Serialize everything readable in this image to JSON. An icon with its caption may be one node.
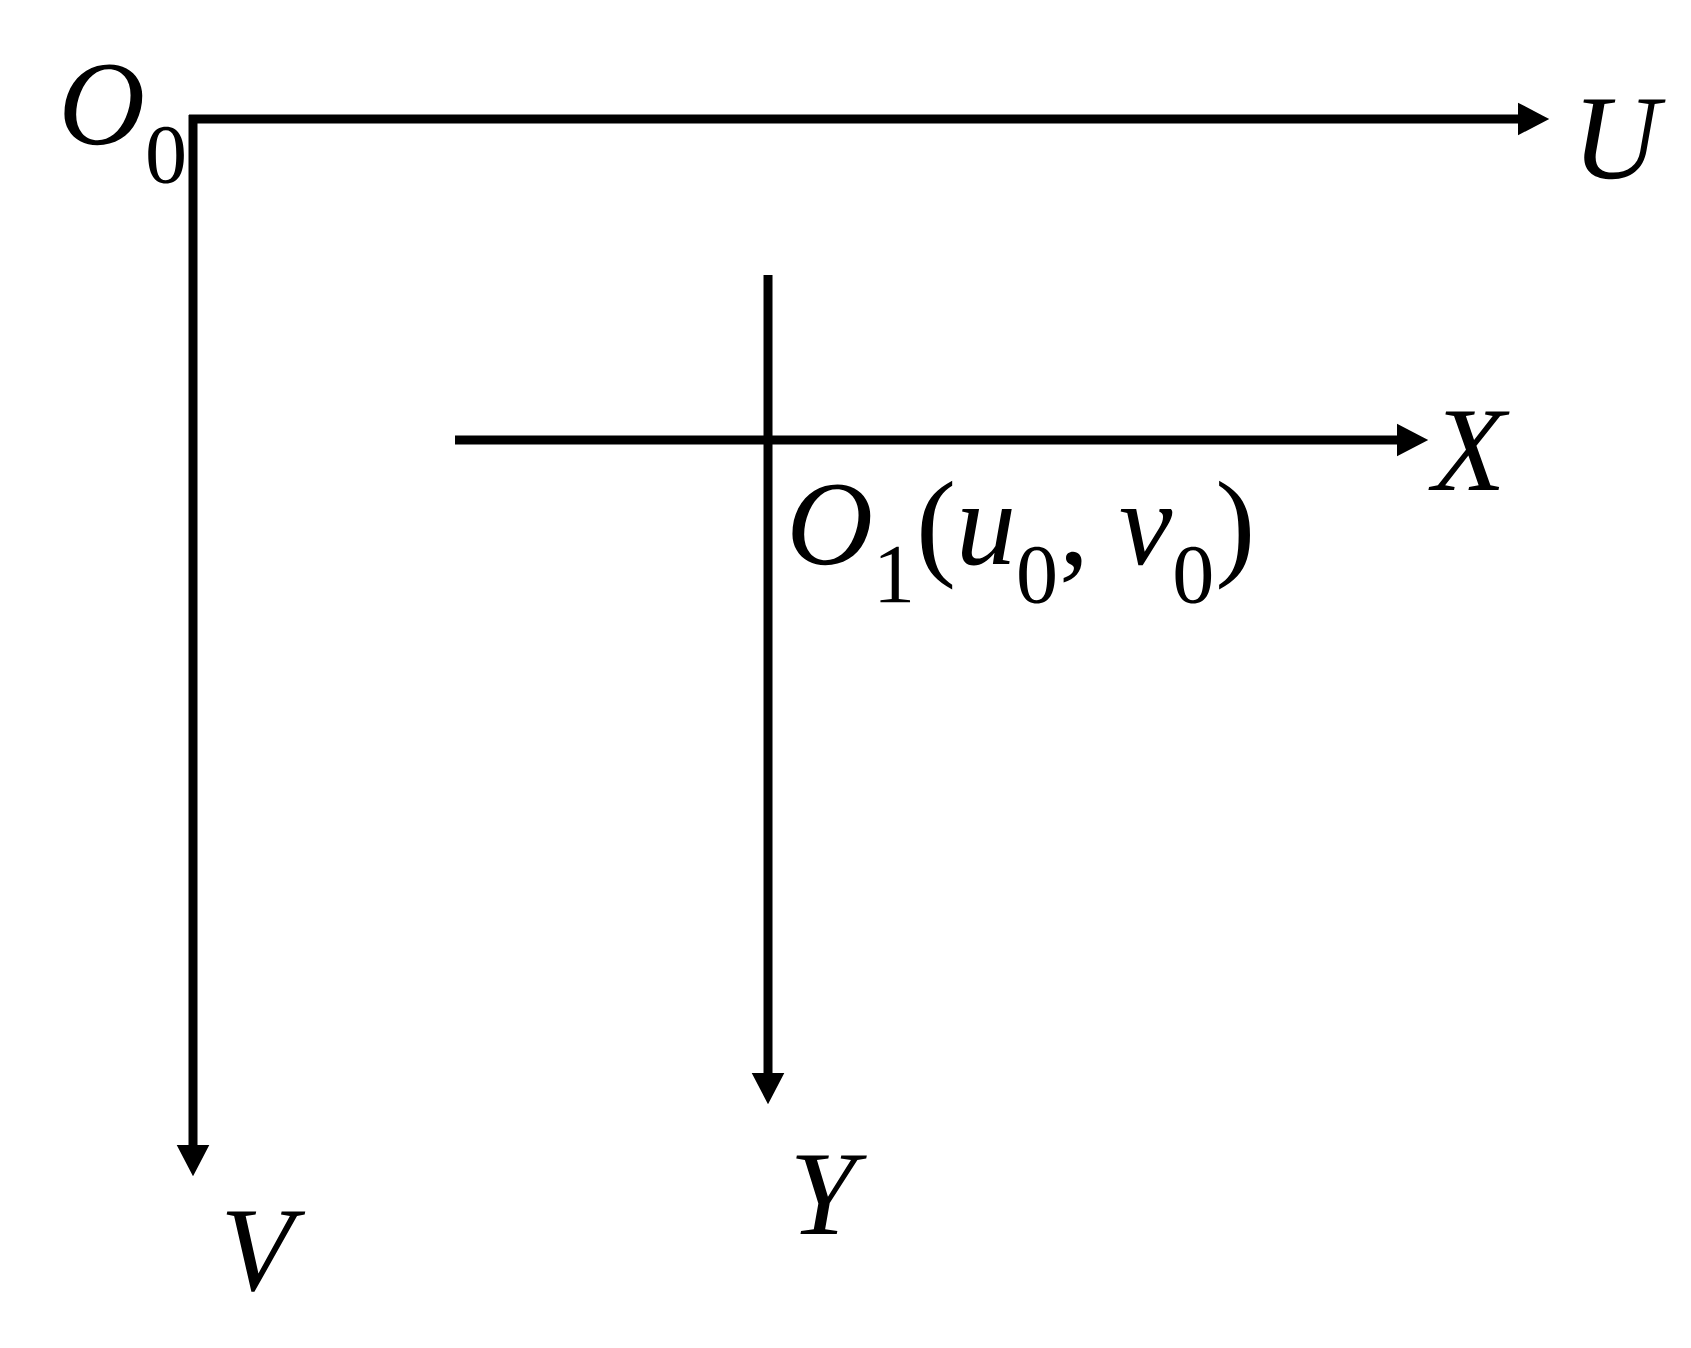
{
  "diagram": {
    "labels": [
      "*O*$_{0}$",
      "U",
      "X",
      "*O*$_{1}$(*u*$_{0}$, *v*$_{0}$)",
      "Y",
      "V"
    ]
  }
}
